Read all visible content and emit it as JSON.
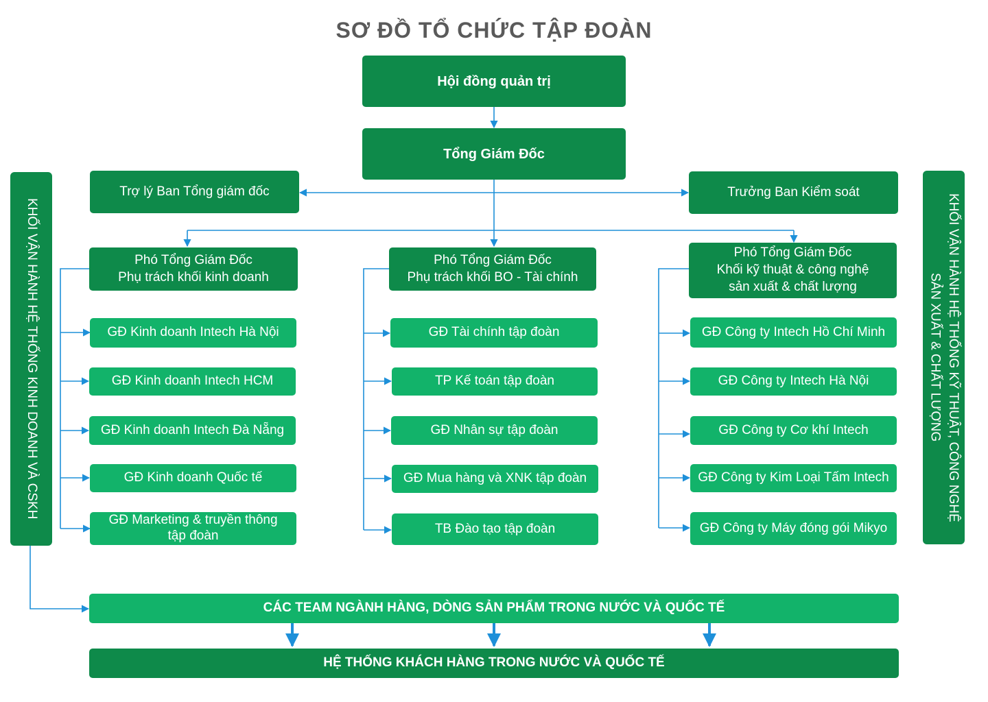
{
  "title": "SƠ ĐỒ TỔ CHỨC TẬP ĐOÀN",
  "colors": {
    "dark_green": "#0e8a4a",
    "light_green": "#12b36a",
    "connector_blue": "#1e90d9"
  },
  "board": "Hội đồng quản trị",
  "ceo": "Tổng Giám Đốc",
  "assistant": "Trợ lý Ban Tổng giám đốc",
  "control": "Trưởng Ban Kiểm soát",
  "side_left": "KHỐI VẬN HÀNH HỆ THỐNG KINH DOANH VÀ CSKH",
  "side_right": {
    "line1": "KHỐI VẬN HÀNH HỆ THỐNG KỸ THUẬT, CÔNG NGHỆ",
    "line2": "SẢN XUẤT & CHẤT LƯỢNG"
  },
  "vp_business": {
    "line1": "Phó Tổng Giám Đốc",
    "line2": "Phụ trách khối kinh doanh"
  },
  "vp_finance": {
    "line1": "Phó Tổng Giám Đốc",
    "line2": "Phụ trách khối BO - Tài chính"
  },
  "vp_tech": {
    "line1": "Phó Tổng Giám Đốc",
    "line2": "Khối kỹ thuật & công nghệ",
    "line3": "sản xuất & chất lượng"
  },
  "business_units": [
    "GĐ Kinh doanh Intech Hà Nội",
    "GĐ Kinh doanh Intech HCM",
    "GĐ Kinh doanh Intech Đà Nẵng",
    "GĐ Kinh doanh Quốc tế",
    {
      "line1": "GĐ Marketing & truyền thông",
      "line2": "tập đoàn"
    }
  ],
  "finance_units": [
    "GĐ Tài chính tập đoàn",
    "TP Kế toán tập đoàn",
    "GĐ Nhân sự tập đoàn",
    "GĐ Mua hàng và XNK tập đoàn",
    "TB Đào tạo tập đoàn"
  ],
  "tech_units": [
    "GĐ Công ty Intech Hồ Chí Minh",
    "GĐ Công ty Intech Hà Nội",
    "GĐ Công ty Cơ khí Intech",
    "GĐ Công ty Kim Loại Tấm Intech",
    "GĐ Công ty Máy đóng gói Mikyo"
  ],
  "teams": "CÁC TEAM NGÀNH HÀNG, DÒNG SẢN PHẨM TRONG NƯỚC VÀ QUỐC TẾ",
  "customers": "HỆ THỐNG KHÁCH HÀNG TRONG NƯỚC VÀ QUỐC TẾ"
}
